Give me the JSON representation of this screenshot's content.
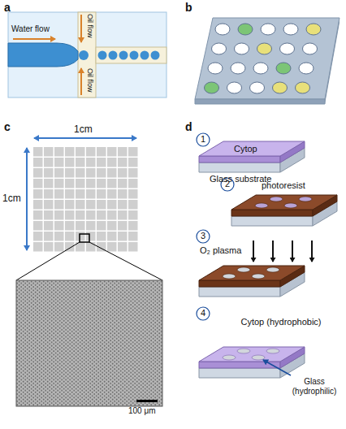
{
  "diagram": {
    "labels": [
      "a",
      "Water flow",
      "Oil flow",
      "Oil flow",
      "b",
      "c",
      "1cm",
      "1cm",
      "100 μm",
      "d",
      "1",
      "Cytop",
      "Glass substrate",
      "2",
      "photoresist",
      "3",
      "O₂ plasma",
      "4",
      "Cytop (hydrophobic)",
      "Glass (hydrophilic)"
    ]
  }
}
